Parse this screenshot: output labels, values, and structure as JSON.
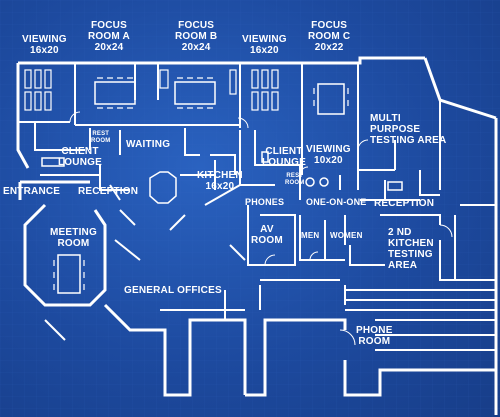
{
  "rooms": {
    "viewing_left": {
      "line1": "VIEWING",
      "line2": "16x20"
    },
    "focus_a": {
      "line1": "FOCUS",
      "line2": "ROOM A",
      "line3": "20x24"
    },
    "focus_b": {
      "line1": "FOCUS",
      "line2": "ROOM B",
      "line3": "20x24"
    },
    "viewing_mid": {
      "line1": "VIEWING",
      "line2": "16x20"
    },
    "focus_c": {
      "line1": "FOCUS",
      "line2": "ROOM C",
      "line3": "20x22"
    },
    "rest_room_left": {
      "line1": "REST",
      "line2": "ROOM"
    },
    "waiting": "WAITING",
    "client_lounge_left": {
      "line1": "CLIENT",
      "line2": "LOUNGE"
    },
    "client_lounge_right": {
      "line1": "CLIENT",
      "line2": "LOUNGE"
    },
    "multi_purpose": {
      "line1": "MULTI",
      "line2": "PURPOSE",
      "line3": "TESTING AREA"
    },
    "viewing_right": {
      "line1": "VIEWING",
      "line2": "10x20"
    },
    "entrance": "ENTRANCE",
    "reception_left": "RECEPTION",
    "kitchen": {
      "line1": "KITCHEN",
      "line2": "16x20"
    },
    "rest_room_right": {
      "line1": "REST",
      "line2": "ROOM"
    },
    "phones": "PHONES",
    "one_on_one": "ONE-ON-ONE",
    "reception_right": "RECEPTION",
    "meeting_room": {
      "line1": "MEETING",
      "line2": "ROOM"
    },
    "av_room": {
      "line1": "AV",
      "line2": "ROOM"
    },
    "men": "MEN",
    "women": "WOMEN",
    "second_kitchen": {
      "line1": "2 ND",
      "line2": "KITCHEN",
      "line3": "TESTING",
      "line4": "AREA"
    },
    "general_offices": "GENERAL OFFICES",
    "phone_room": {
      "line1": "PHONE",
      "line2": "ROOM"
    }
  },
  "colors": {
    "background": "#1f4fa3",
    "lines": "#ffffff"
  }
}
